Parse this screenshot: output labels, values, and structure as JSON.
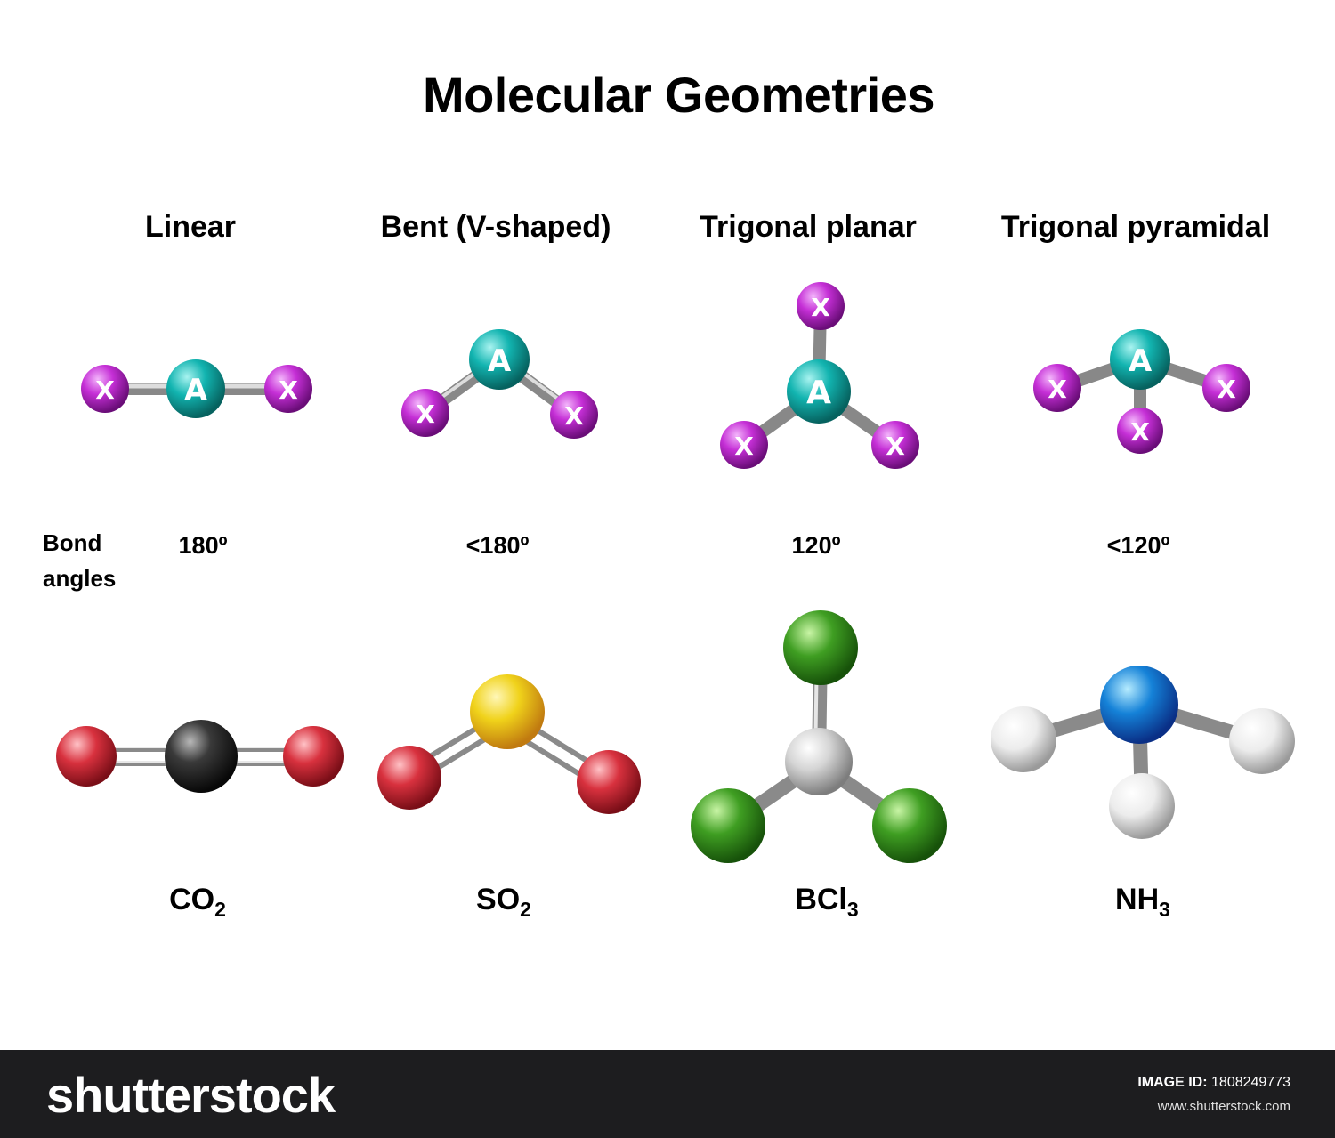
{
  "title": "Molecular Geometries",
  "geometries": [
    {
      "name": "Linear",
      "angle": "180º",
      "formula": "CO",
      "sub": "2"
    },
    {
      "name": "Bent (V-shaped)",
      "angle": "<180º",
      "formula": "SO",
      "sub": "2"
    },
    {
      "name": "Trigonal planar",
      "angle": "120º",
      "formula": "BCl",
      "sub": "3"
    },
    {
      "name": "Trigonal pyramidal",
      "angle": "<120º",
      "formula": "NH",
      "sub": "3"
    }
  ],
  "bond_angles_label_1": "Bond",
  "bond_angles_label_2": "angles",
  "atom_labels": {
    "central": "A",
    "outer": "X"
  },
  "colors": {
    "central_atom": "#12b4b0",
    "outer_atom": "#c52fd6",
    "carbon": "#2a2a2a",
    "oxygen": "#d8313e",
    "sulfur": "#f0d21a",
    "boron": "#d5d5d5",
    "chlorine": "#3f9e22",
    "nitrogen": "#1582d8",
    "hydrogen": "#e8e8e8",
    "footer": "#1d1d1f"
  },
  "footer": {
    "brand": "shutterstock",
    "image_id_label": "IMAGE ID:",
    "image_id": "1808249773",
    "url": "www.shutterstock.com"
  }
}
